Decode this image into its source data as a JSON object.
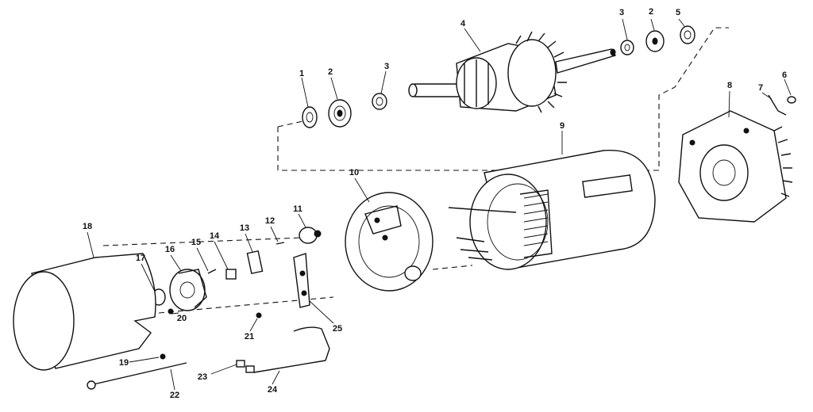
{
  "diagram": {
    "callouts": [
      {
        "id": "c1",
        "text": "1"
      },
      {
        "id": "c2a",
        "text": "2"
      },
      {
        "id": "c3a",
        "text": "3"
      },
      {
        "id": "c4",
        "text": "4"
      },
      {
        "id": "c3b",
        "text": "3"
      },
      {
        "id": "c2b",
        "text": "2"
      },
      {
        "id": "c5",
        "text": "5"
      },
      {
        "id": "c6",
        "text": "6"
      },
      {
        "id": "c7",
        "text": "7"
      },
      {
        "id": "c8",
        "text": "8"
      },
      {
        "id": "c9",
        "text": "9"
      },
      {
        "id": "c10",
        "text": "10"
      },
      {
        "id": "c11",
        "text": "11"
      },
      {
        "id": "c12",
        "text": "12"
      },
      {
        "id": "c13",
        "text": "13"
      },
      {
        "id": "c14",
        "text": "14"
      },
      {
        "id": "c15",
        "text": "15"
      },
      {
        "id": "c16",
        "text": "16"
      },
      {
        "id": "c17",
        "text": "17"
      },
      {
        "id": "c18",
        "text": "18"
      },
      {
        "id": "c19",
        "text": "19"
      },
      {
        "id": "c20",
        "text": "20"
      },
      {
        "id": "c21",
        "text": "21"
      },
      {
        "id": "c22",
        "text": "22"
      },
      {
        "id": "c23",
        "text": "23"
      },
      {
        "id": "c24",
        "text": "24"
      },
      {
        "id": "c25",
        "text": "25"
      }
    ]
  }
}
